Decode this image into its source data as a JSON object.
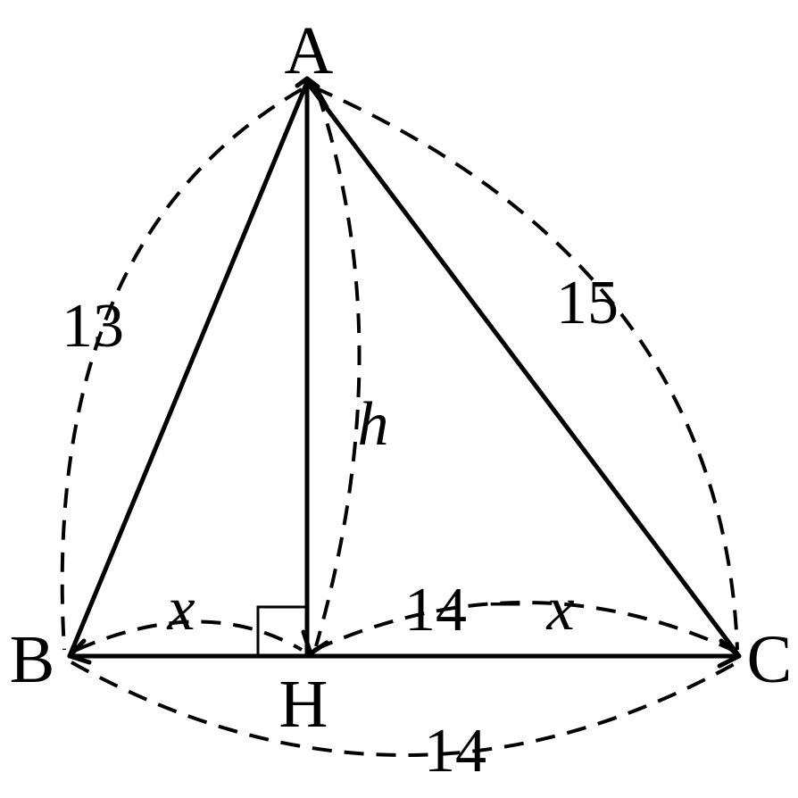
{
  "vertices": {
    "A": "A",
    "B": "B",
    "C": "C",
    "H": "H"
  },
  "measures": {
    "ab": "13",
    "ac": "15",
    "bc": "14",
    "height": "h",
    "bh": "x",
    "hc_number": "14",
    "hc_minus": "−",
    "hc_variable": "x"
  },
  "colors": {
    "stroke": "#000000",
    "background": "#ffffff"
  }
}
